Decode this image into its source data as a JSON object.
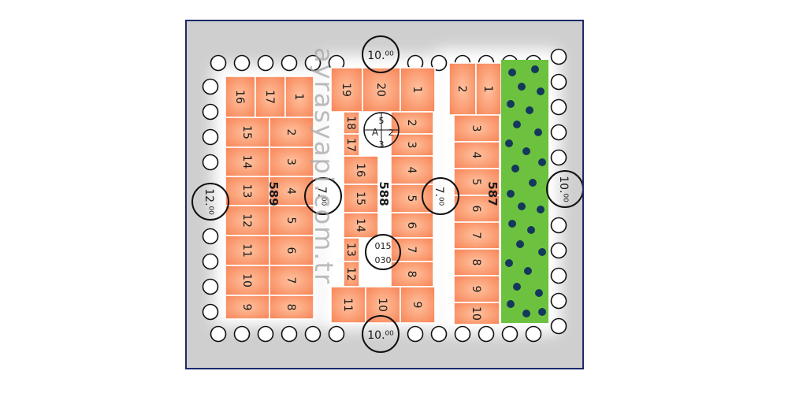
{
  "colors": {
    "frame": "#1c2a6b",
    "background": "#cfcfcf",
    "road_glow": "#ffffff",
    "parcel_fill": "#f8875a",
    "parcel_highlight": "#ffc29f",
    "parcel_stroke": "#ffffff",
    "green_area": "#6cc23e",
    "green_dots": "#14385c",
    "tree_circle_stroke": "#111111",
    "label": "#1a1a1a",
    "watermark": "#a6a6a6"
  },
  "watermark": "ayrasyapi.com.tr",
  "blocks": [
    {
      "id": "589",
      "label": "589",
      "parcels": [
        "1",
        "2",
        "3",
        "4",
        "5",
        "6",
        "7",
        "8",
        "9",
        "10",
        "11",
        "12",
        "13",
        "14",
        "15",
        "16",
        "17"
      ]
    },
    {
      "id": "588",
      "label": "588",
      "parcels": [
        "1",
        "2",
        "3",
        "4",
        "5",
        "6",
        "7",
        "8",
        "9",
        "10",
        "11",
        "12",
        "13",
        "14",
        "15",
        "16",
        "17",
        "18",
        "19",
        "20"
      ]
    },
    {
      "id": "587",
      "label": "587",
      "parcels": [
        "1",
        "2",
        "3",
        "4",
        "5",
        "6",
        "7",
        "8",
        "9",
        "10"
      ]
    }
  ],
  "roads": {
    "top": "10.⁰⁰",
    "bottom": "10.⁰⁰",
    "left": "12.⁰⁰",
    "right": "10.⁰⁰",
    "inner_left": "7.⁰⁰",
    "inner_right": "7.⁰⁰"
  },
  "special_area": {
    "letter": "A",
    "top": "5",
    "right": "2",
    "bottom": "3"
  },
  "annotation": {
    "line1": "015",
    "line2": "030"
  }
}
